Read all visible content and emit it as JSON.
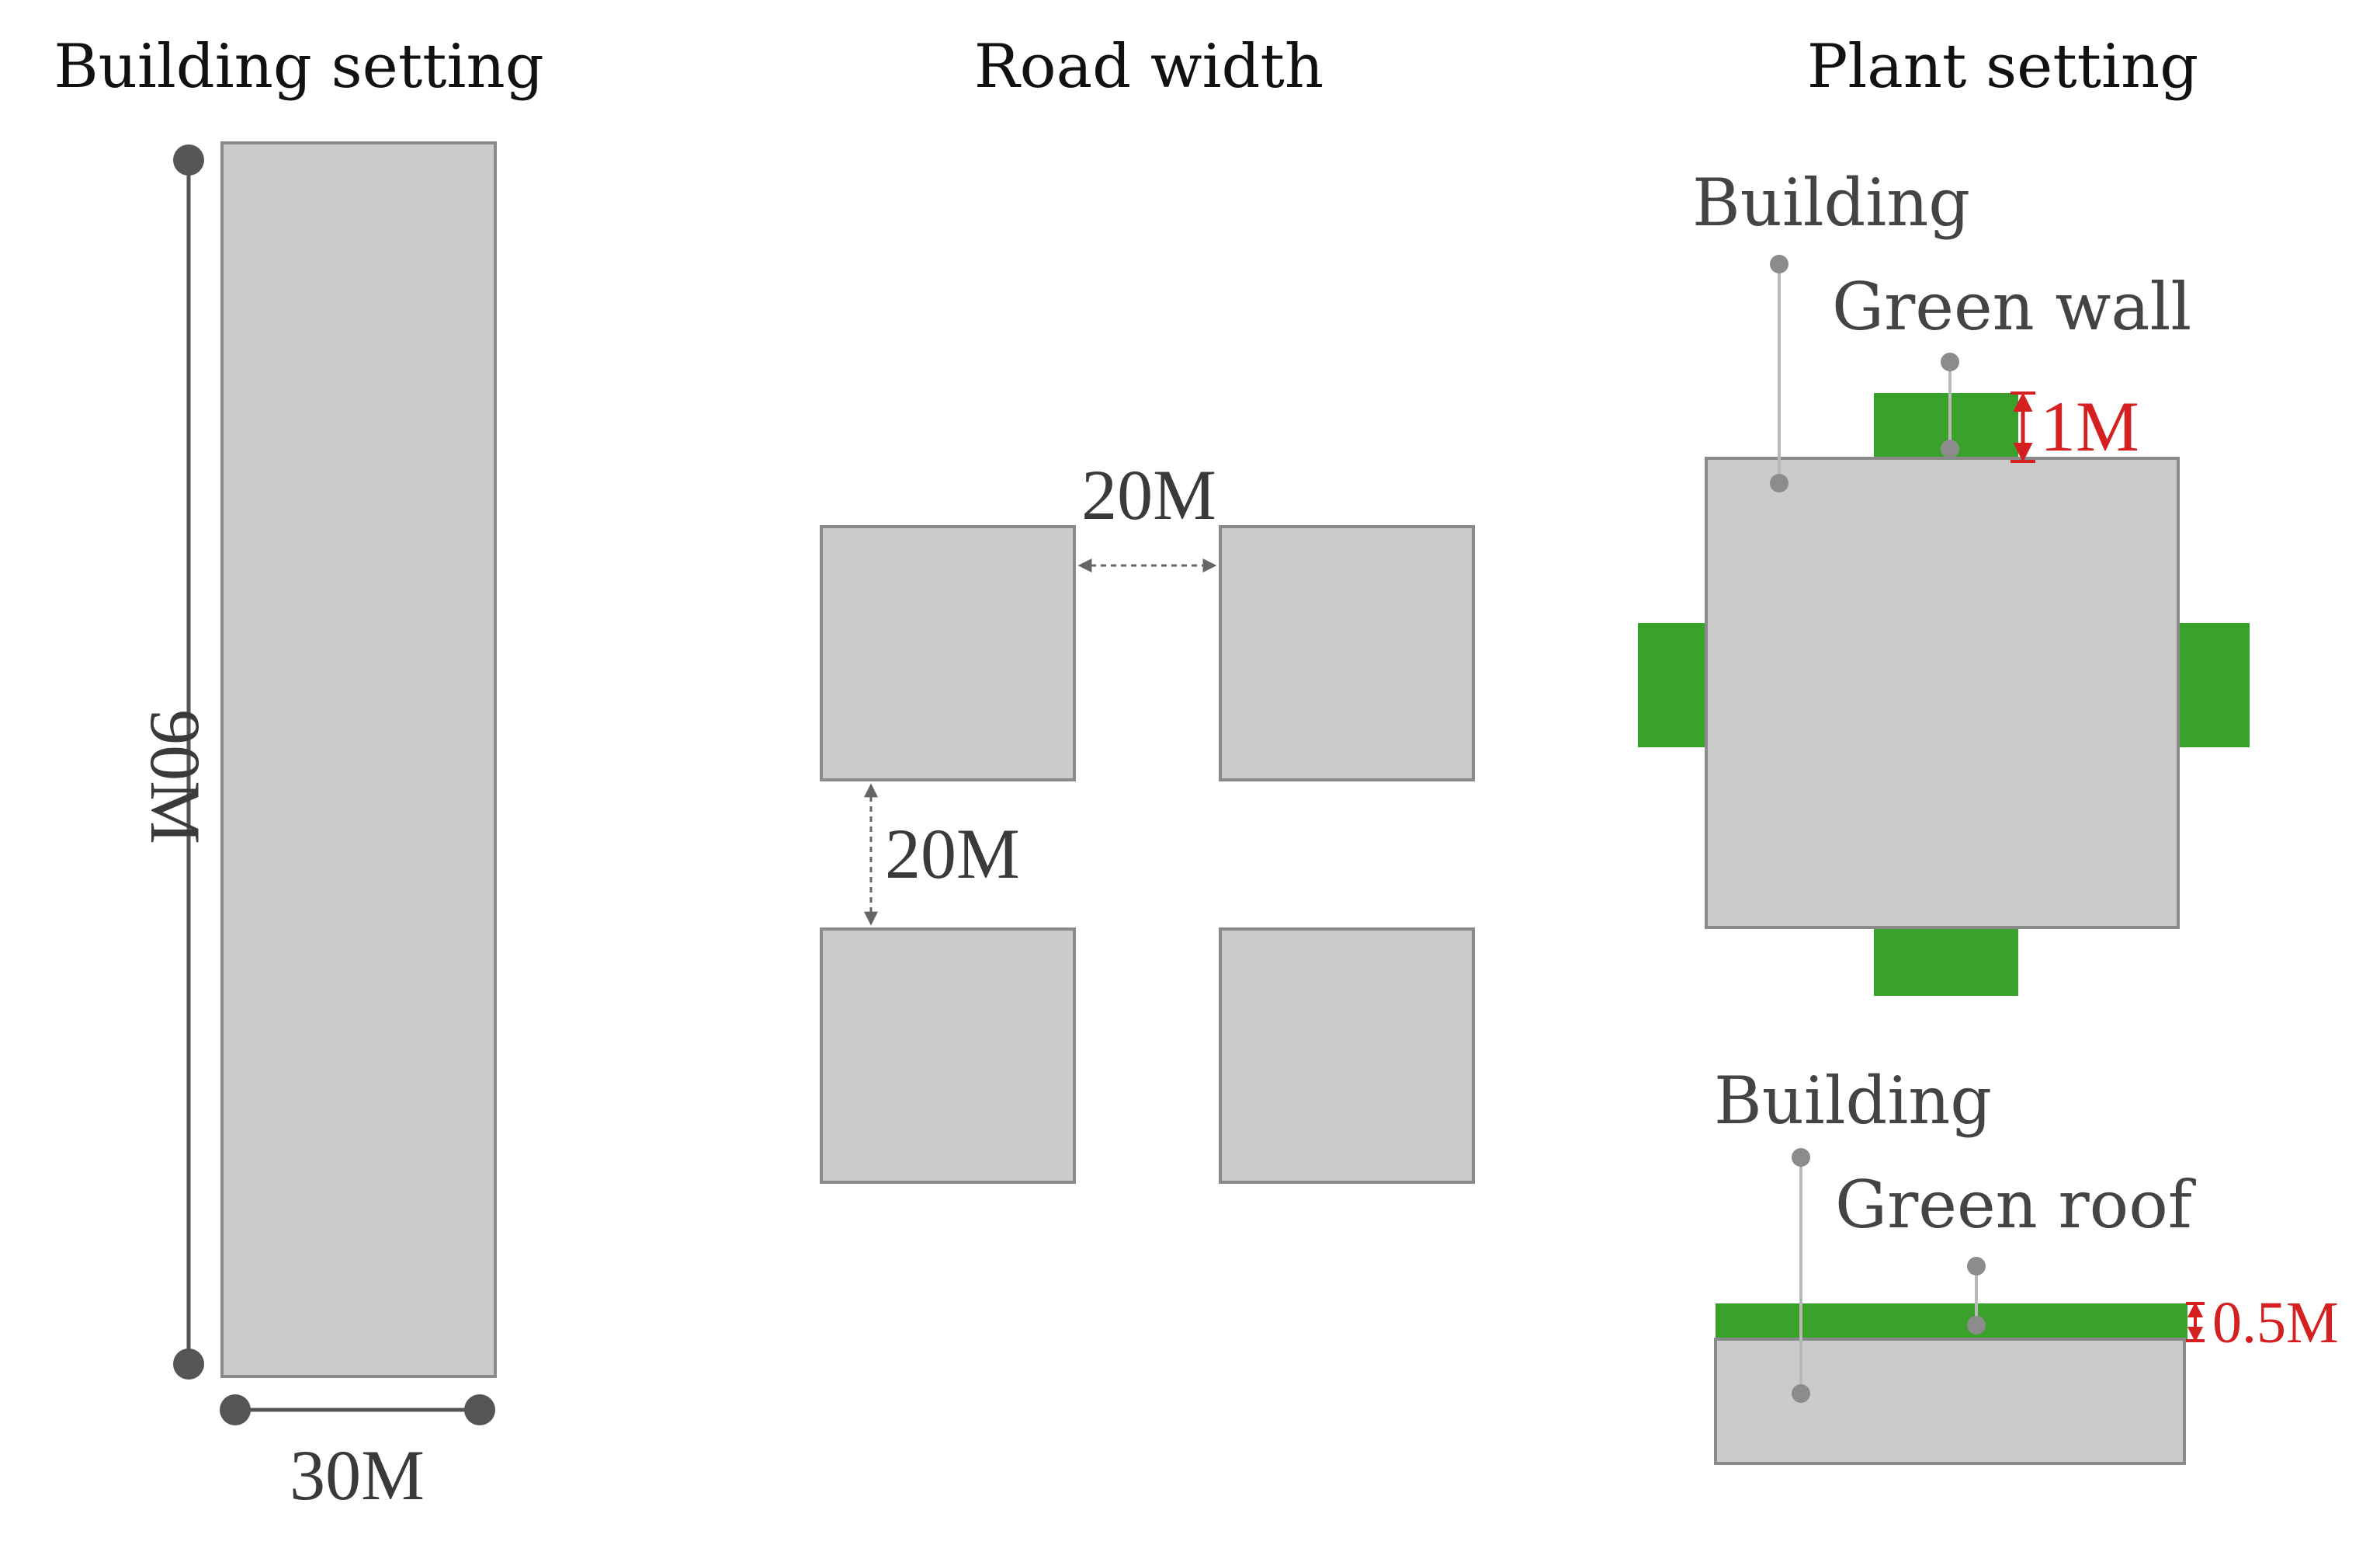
{
  "titles": {
    "building_setting": "Building setting",
    "road_width": "Road width",
    "plant_setting": "Plant setting"
  },
  "building_setting": {
    "height_label": "90M",
    "width_label": "30M"
  },
  "road_width": {
    "horizontal_gap_label": "20M",
    "vertical_gap_label": "20M"
  },
  "plant_setting": {
    "plan_view": {
      "building_label": "Building",
      "green_wall_label": "Green wall",
      "thickness_label": "1M"
    },
    "section_view": {
      "building_label": "Building",
      "green_roof_label": "Green roof",
      "thickness_label": "0.5M"
    }
  },
  "colors": {
    "building_fill": "#cbcbcb",
    "building_stroke": "#8a8a8a",
    "green": "#39a12c",
    "dimension_red": "#d42020",
    "leader_gray": "#8c8c8c"
  }
}
